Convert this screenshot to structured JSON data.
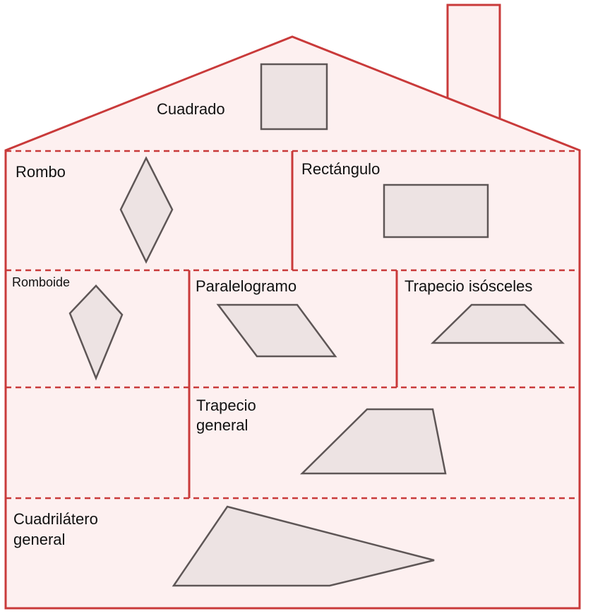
{
  "labels": {
    "cuadrado": "Cuadrado",
    "rombo": "Rombo",
    "rectangulo": "Rectángulo",
    "romboide": "Romboide",
    "paralelogramo": "Paralelogramo",
    "trapecio_isosceles": "Trapecio isósceles",
    "trapecio_general_1": "Trapecio",
    "trapecio_general_2": "general",
    "cuadrilatero_general_1": "Cuadrilátero",
    "cuadrilatero_general_2": "general"
  },
  "colors": {
    "wall_stroke": "#c93a3a",
    "wall_fill": "#fdf0f0",
    "shape_fill": "#ede3e3",
    "shape_stroke": "#5e5656"
  }
}
